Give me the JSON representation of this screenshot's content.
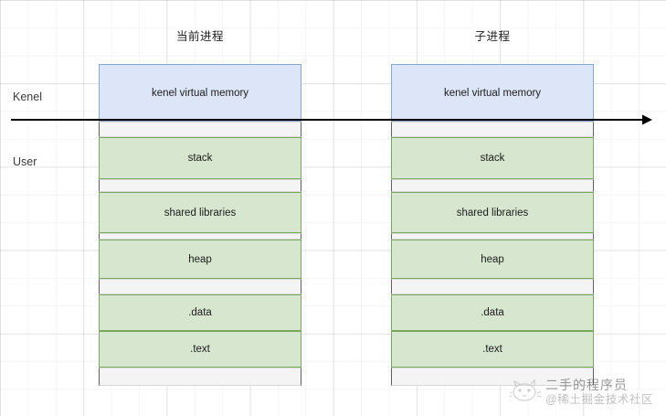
{
  "diagram": {
    "columns": [
      {
        "id": "current-process",
        "title": "当前进程",
        "bands": [
          {
            "kind": "kernel",
            "label": "kenel virtual memory",
            "height": 63
          },
          {
            "kind": "gap",
            "label": "",
            "height": 17
          },
          {
            "kind": "user",
            "label": "stack",
            "height": 46
          },
          {
            "kind": "gap",
            "label": "",
            "height": 14
          },
          {
            "kind": "user",
            "label": "shared libraries",
            "height": 45
          },
          {
            "kind": "gap",
            "label": "",
            "height": 7
          },
          {
            "kind": "user",
            "label": "heap",
            "height": 43
          },
          {
            "kind": "gap",
            "label": "",
            "height": 17
          },
          {
            "kind": "user",
            "label": ".data",
            "height": 40
          },
          {
            "kind": "user",
            "label": ".text",
            "height": 40
          },
          {
            "kind": "gap",
            "label": "",
            "height": 20
          }
        ]
      },
      {
        "id": "child-process",
        "title": "子进程",
        "bands": [
          {
            "kind": "kernel",
            "label": "kenel virtual memory",
            "height": 63
          },
          {
            "kind": "gap",
            "label": "",
            "height": 17
          },
          {
            "kind": "user",
            "label": "stack",
            "height": 46
          },
          {
            "kind": "gap",
            "label": "",
            "height": 14
          },
          {
            "kind": "user",
            "label": "shared libraries",
            "height": 45
          },
          {
            "kind": "gap",
            "label": "",
            "height": 7
          },
          {
            "kind": "user",
            "label": "heap",
            "height": 43
          },
          {
            "kind": "gap",
            "label": "",
            "height": 17
          },
          {
            "kind": "user",
            "label": ".data",
            "height": 40
          },
          {
            "kind": "user",
            "label": ".text",
            "height": 40
          },
          {
            "kind": "gap",
            "label": "",
            "height": 20
          }
        ]
      }
    ],
    "side_labels": {
      "kernel": "Kenel",
      "user": "User"
    },
    "divider": {
      "icon": "right-arrow-icon",
      "direction": "right"
    },
    "colors": {
      "kernel_fill": "#dce6f8",
      "kernel_stroke": "#8ba4cc",
      "user_fill": "#d7e7cf",
      "user_stroke": "#7aa85e",
      "gap_fill": "#f4f4f4",
      "gap_stroke": "#5e5e5e",
      "divider_stroke": "#000000",
      "grid": "#e8e8e8"
    }
  },
  "watermark": {
    "icon": "cat-logo-icon",
    "main": "二手的程序员",
    "sub": "@稀土掘金技术社区"
  }
}
